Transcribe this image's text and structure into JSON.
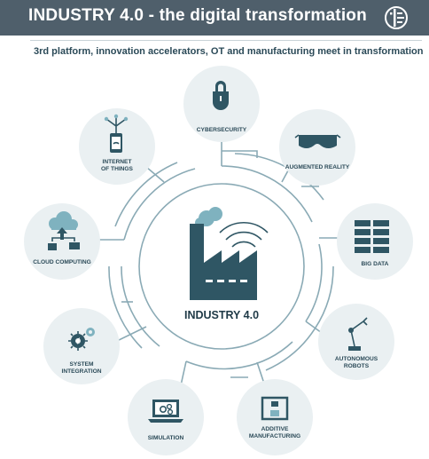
{
  "header": {
    "title": "INDUSTRY 4.0 - the digital transformation",
    "logo_icon": "i-scoop-logo"
  },
  "subtitle": "3rd platform, innovation accelerators, OT and manufacturing meet in transformation",
  "center": {
    "label": "INDUSTRY 4.0",
    "icon": "factory-wifi-icon"
  },
  "nodes": [
    {
      "id": "cybersecurity",
      "lines": [
        "CYBERSECURITY"
      ],
      "icon": "shield-lock-icon"
    },
    {
      "id": "augmented-reality",
      "lines": [
        "AUGMENTED REALITY"
      ],
      "icon": "vr-headset-icon"
    },
    {
      "id": "big-data",
      "lines": [
        "BIG DATA"
      ],
      "icon": "server-rack-icon"
    },
    {
      "id": "autonomous-robots",
      "lines": [
        "AUTONOMOUS",
        "ROBOTS"
      ],
      "icon": "robot-arm-icon"
    },
    {
      "id": "additive-manufacturing",
      "lines": [
        "ADDITIVE",
        "MANUFACTURING"
      ],
      "icon": "3d-printer-icon"
    },
    {
      "id": "simulation",
      "lines": [
        "SIMULATION"
      ],
      "icon": "laptop-gears-icon"
    },
    {
      "id": "system-integration",
      "lines": [
        "SYSTEM",
        "INTEGRATION"
      ],
      "icon": "gears-icon"
    },
    {
      "id": "cloud-computing",
      "lines": [
        "CLOUD COMPUTING"
      ],
      "icon": "cloud-devices-icon"
    },
    {
      "id": "internet-of-things",
      "lines": [
        "INTERNET",
        "OF THINGS"
      ],
      "icon": "smartphone-network-icon"
    }
  ],
  "colors": {
    "header_bg": "#4f5f6b",
    "dark_teal": "#2f5664",
    "ring_line": "#8aaab5",
    "node_bg": "#eaf0f2",
    "accent_light": "#7fb2bf"
  }
}
